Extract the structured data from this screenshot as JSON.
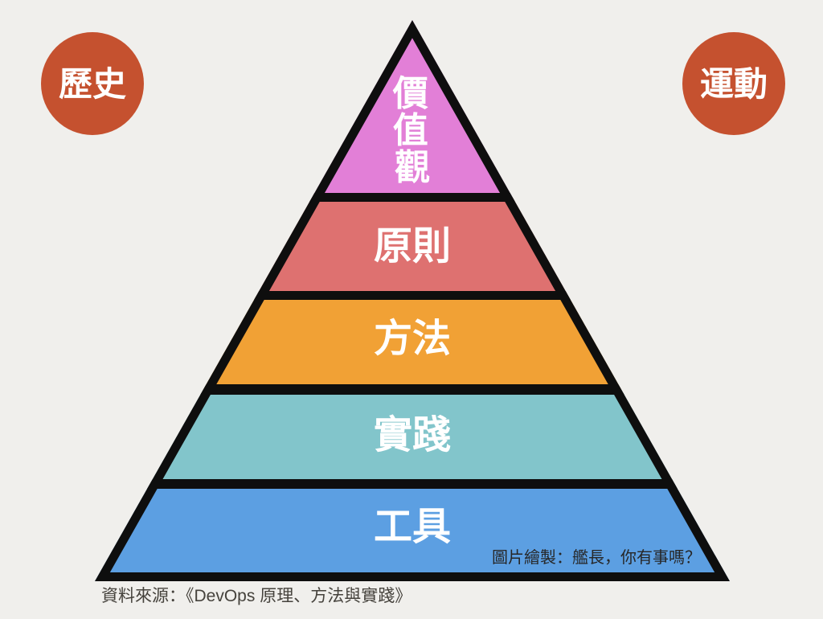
{
  "colors": {
    "background": "#F0EFEC",
    "border": "#0E0E0E",
    "badge": "#C5512F",
    "label_text": "#FFFFFF",
    "credit_text": "#262626",
    "source_text": "#45423C"
  },
  "badges": {
    "left": {
      "label": "歷史"
    },
    "right": {
      "label": "運動"
    }
  },
  "pyramid": {
    "layers": [
      {
        "label": "價值觀",
        "chars": [
          "價",
          "值",
          "觀"
        ],
        "color": "#E27FD7"
      },
      {
        "label": "原則",
        "color": "#DE7170"
      },
      {
        "label": "方法",
        "color": "#F1A135"
      },
      {
        "label": "實踐",
        "color": "#82C5CB"
      },
      {
        "label": "工具",
        "color": "#5C9FE2"
      }
    ]
  },
  "credit": "圖片繪製：艦長，你有事嗎？",
  "source": "資料來源：《DevOps 原理、方法與實踐》"
}
